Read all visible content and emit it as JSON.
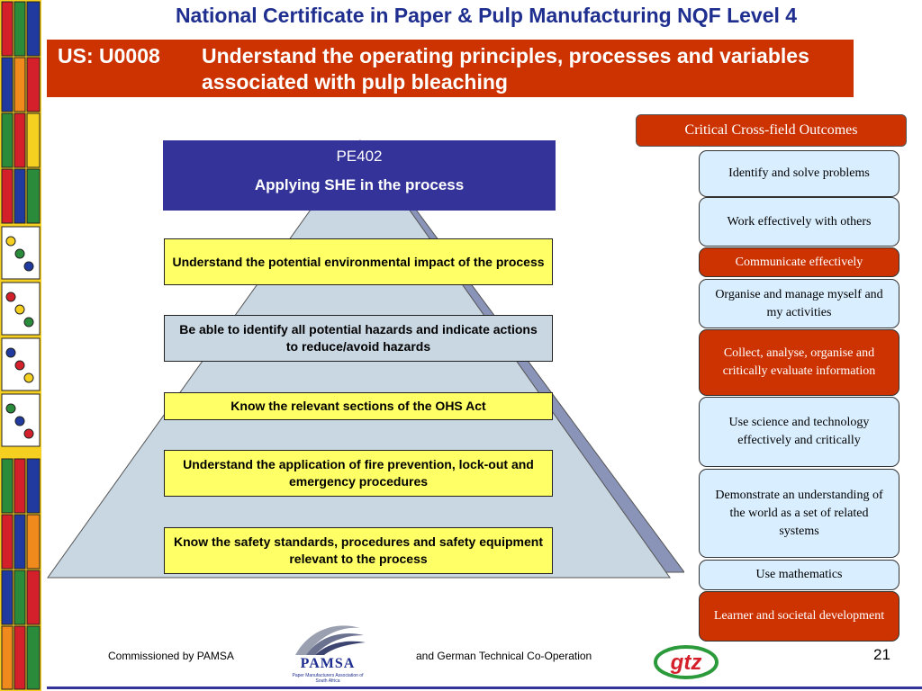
{
  "header": {
    "title": "National Certificate in Paper & Pulp Manufacturing NQF Level 4",
    "unit_code": "US: U0008",
    "unit_description": "Understand the operating principles, processes and variables associated with pulp bleaching"
  },
  "pyramid": {
    "pe_code": "PE402",
    "pe_name": "Applying SHE in the process",
    "levels": [
      "Understand the potential environmental impact of the process",
      "Be able to identify all potential hazards and indicate actions to reduce/avoid hazards",
      "Know the relevant sections of the OHS Act",
      "Understand the application of fire prevention, lock-out and emergency procedures",
      "Know the safety standards, procedures and safety equipment relevant to the process"
    ]
  },
  "cco": {
    "header": "Critical Cross-field Outcomes",
    "items": [
      "Identify and solve problems",
      "Work effectively with others",
      "Communicate effectively",
      "Organise and manage myself and my activities",
      "Collect, analyse, organise and critically evaluate information",
      "Use science and technology effectively and critically",
      "Demonstrate an understanding of the world as a set of related systems",
      "Use mathematics",
      "Learner and societal development"
    ]
  },
  "footer": {
    "left": "Commissioned by PAMSA",
    "middle": "and German Technical Co-Operation",
    "page_number": "21",
    "pamsa_logo_text": "PAMSA",
    "pamsa_logo_subtext": "Paper Manufacturers Association of South Africa",
    "gtz_logo_text": "gtz"
  },
  "colors": {
    "title_blue": "#1f2f8f",
    "banner_red": "#cc3300",
    "pe_box_blue": "#333399",
    "level_yellow": "#ffff66",
    "level_blue": "#c9d7e3",
    "cco_light_blue": "#d9eeff"
  }
}
